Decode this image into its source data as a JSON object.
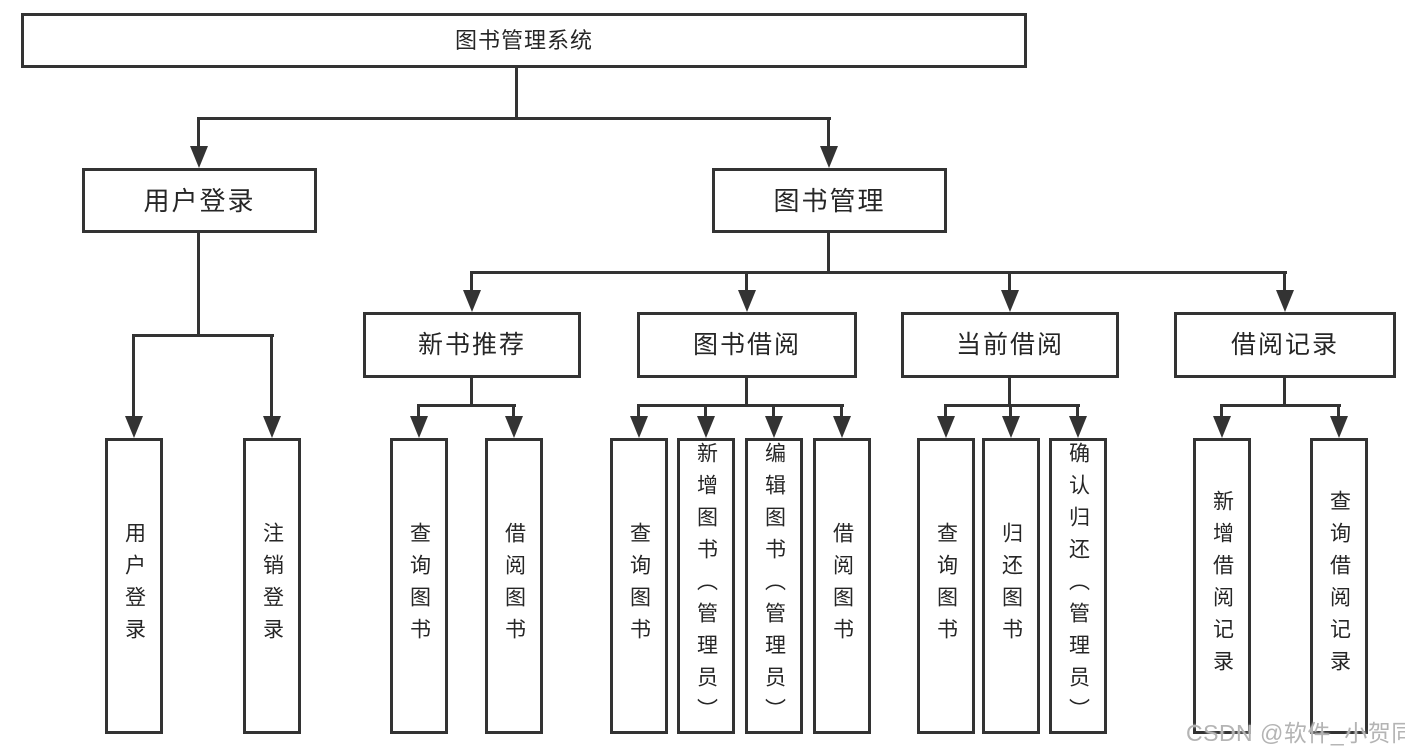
{
  "diagram": {
    "type": "hierarchy-tree",
    "title": "图书管理系统"
  },
  "tree": {
    "label": "图书管理系统",
    "children": [
      {
        "label": "用户登录",
        "children": [
          {
            "label": "用户登录"
          },
          {
            "label": "注销登录"
          }
        ]
      },
      {
        "label": "图书管理",
        "children": [
          {
            "label": "新书推荐",
            "children": [
              {
                "label": "查询图书"
              },
              {
                "label": "借阅图书"
              }
            ]
          },
          {
            "label": "图书借阅",
            "children": [
              {
                "label": "查询图书"
              },
              {
                "label": "新增图书（管理员）"
              },
              {
                "label": "编辑图书（管理员）"
              },
              {
                "label": "借阅图书"
              }
            ]
          },
          {
            "label": "当前借阅",
            "children": [
              {
                "label": "查询图书"
              },
              {
                "label": "归还图书"
              },
              {
                "label": "确认归还（管理员）"
              }
            ]
          },
          {
            "label": "借阅记录",
            "children": [
              {
                "label": "新增借阅记录"
              },
              {
                "label": "查询借阅记录"
              }
            ]
          }
        ]
      }
    ]
  },
  "watermark": "CSDN @软件_小贺同学",
  "colors": {
    "line": "#333333",
    "box_border": "#333333",
    "box_background": "#ffffff",
    "text": "#262626",
    "watermark": "#b4b4b4",
    "page_background": "#ffffff"
  }
}
